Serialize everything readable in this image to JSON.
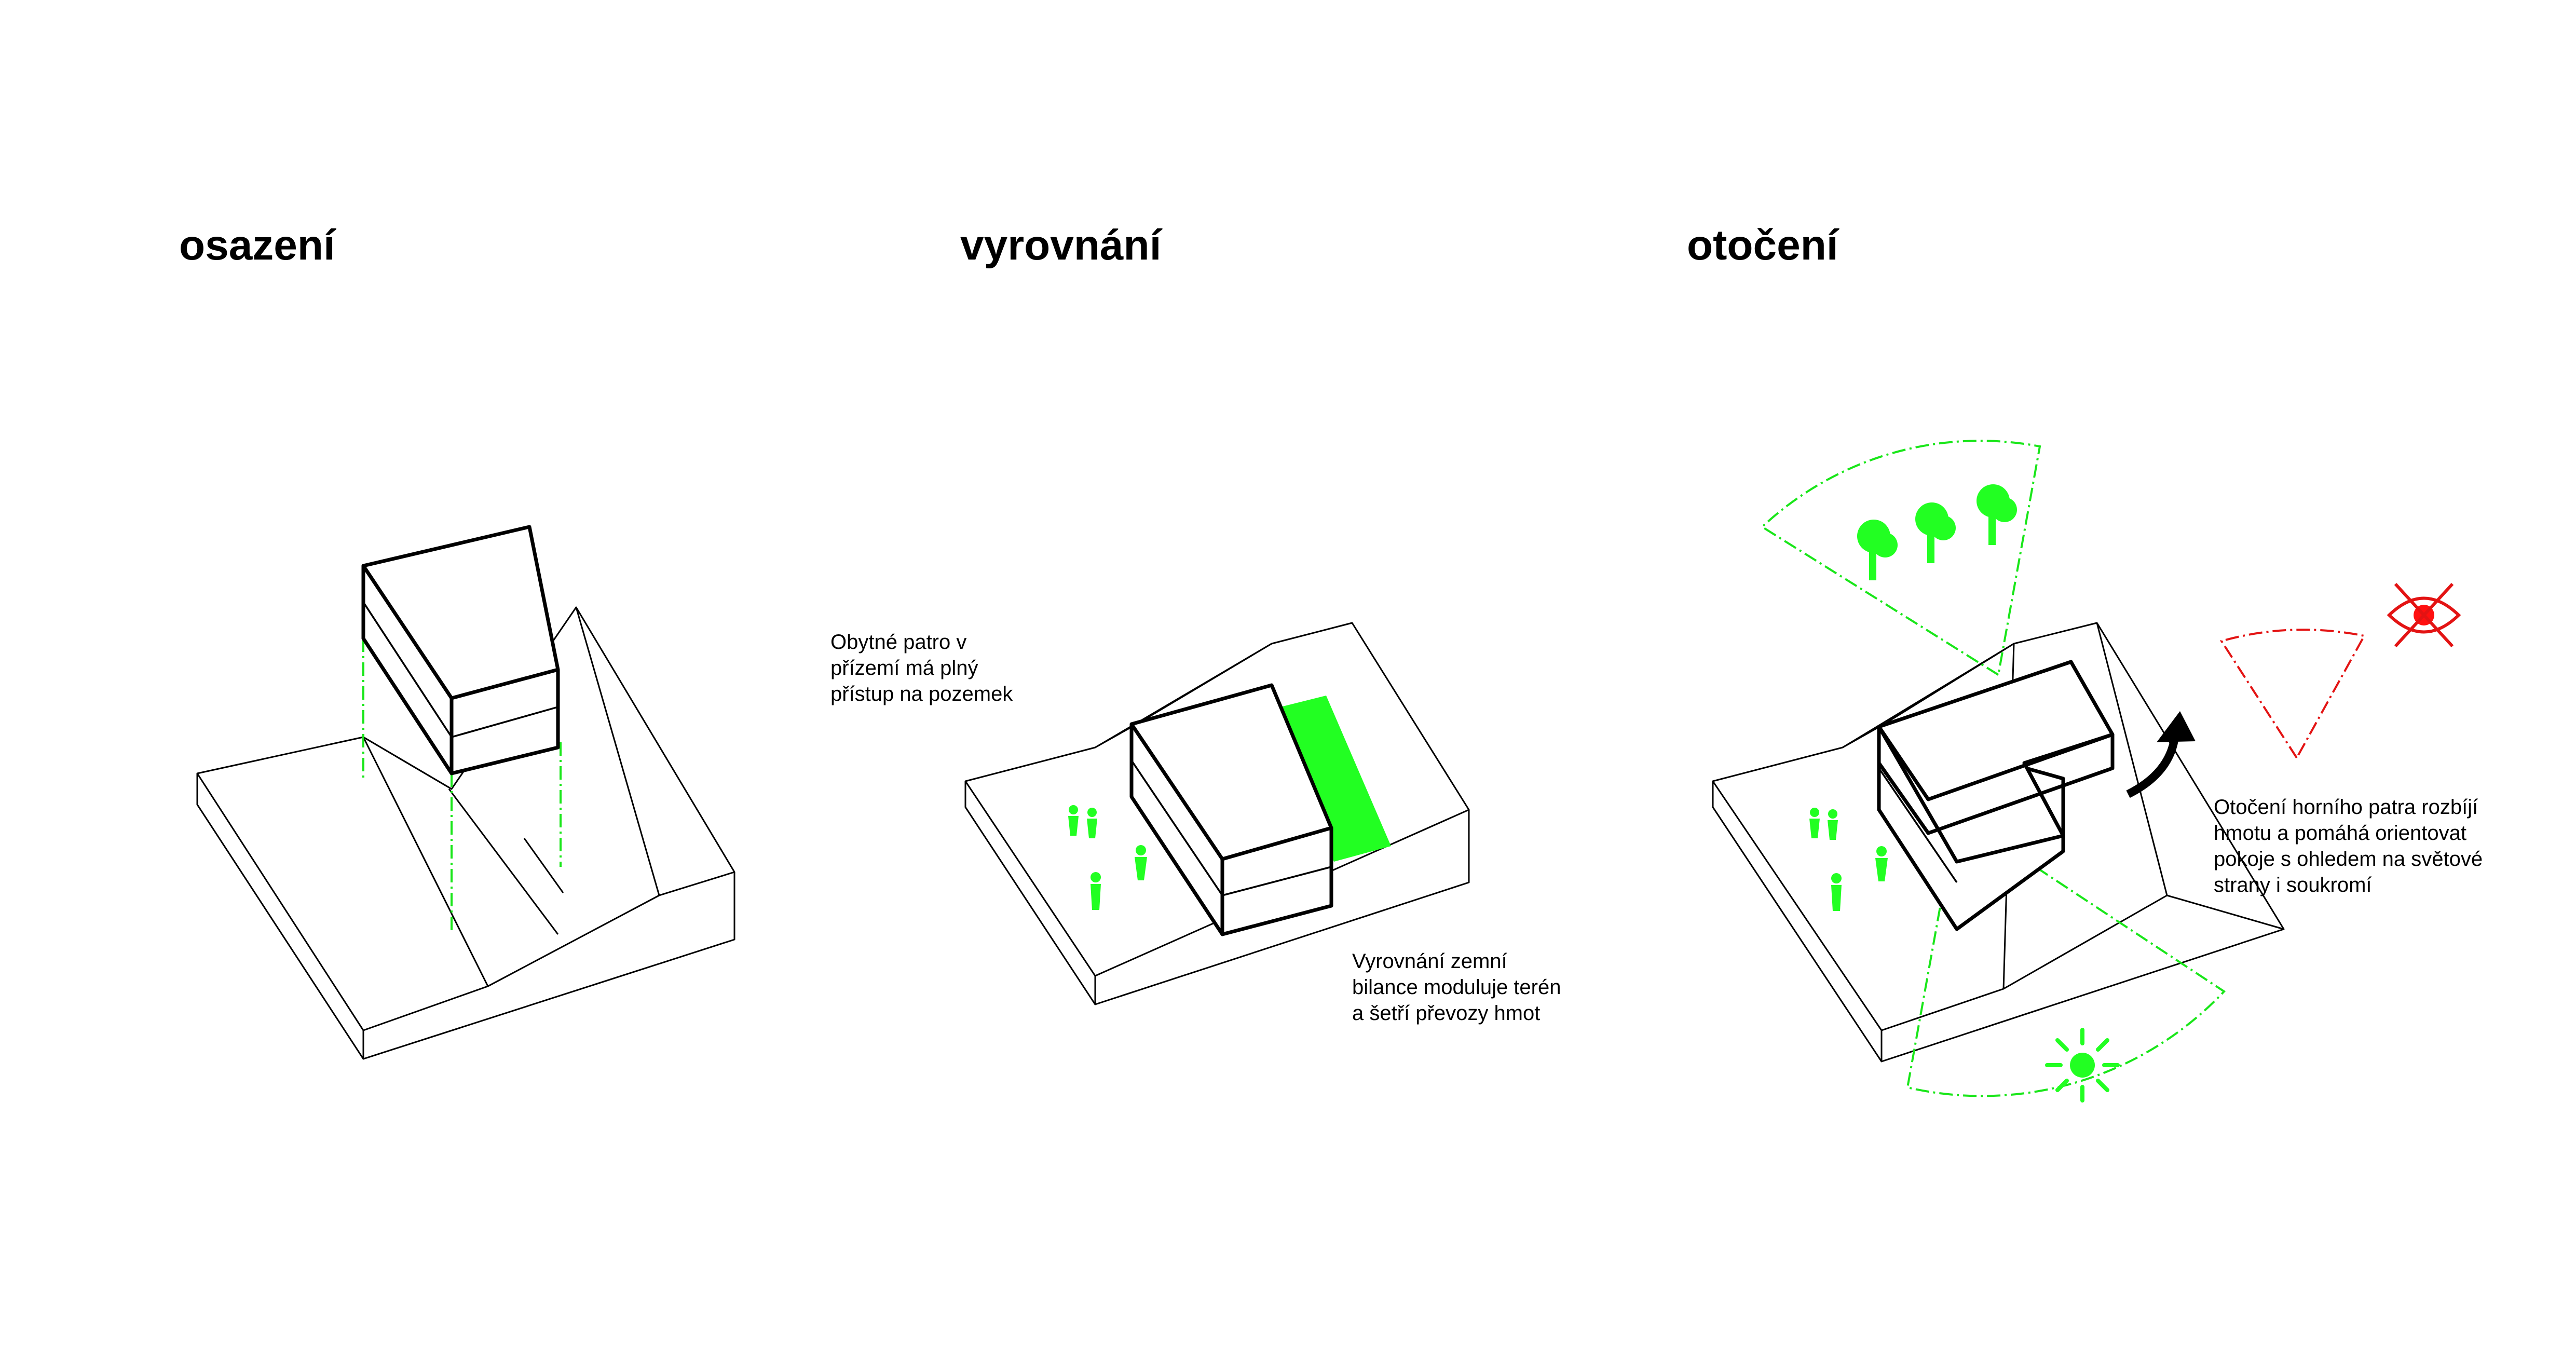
{
  "panels": [
    {
      "title": "osazení",
      "notes": []
    },
    {
      "title": "vyrovnání",
      "notes": [
        [
          "Obytné patro v",
          "přízemí má plný",
          "přístup na pozemek"
        ],
        [
          "Vyrovnání zemní",
          "bilance moduluje terén",
          "a šetří převozy hmot"
        ]
      ]
    },
    {
      "title": "otočení",
      "notes": [
        [
          "Otočení horního patra rozbíjí",
          "hmotu a pomáhá orientovat",
          "pokoje s ohledem na světové",
          "strany i soukromí"
        ]
      ]
    }
  ],
  "colors": {
    "accent_green": "#22ff22",
    "accent_red": "#ff1010",
    "line": "#000000"
  },
  "icons": [
    "tree-icon",
    "person-icon",
    "sun-icon",
    "crossed-eye-icon",
    "rotation-arrow-icon"
  ]
}
